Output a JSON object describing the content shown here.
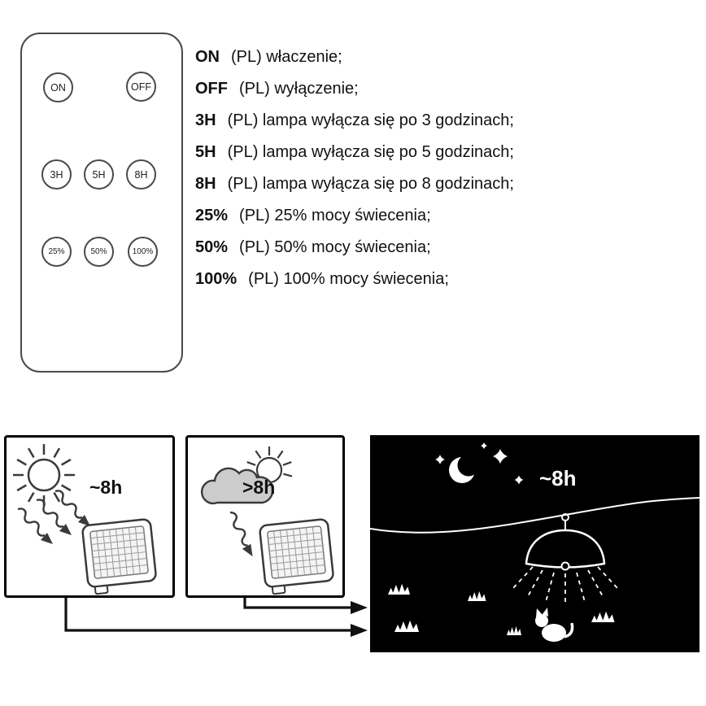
{
  "remote": {
    "buttons": [
      {
        "label": "ON"
      },
      {
        "label": "OFF"
      },
      {
        "label": "3H"
      },
      {
        "label": "5H"
      },
      {
        "label": "8H"
      },
      {
        "label": "25%"
      },
      {
        "label": "50%"
      },
      {
        "label": "100%"
      }
    ]
  },
  "legend": {
    "items": [
      {
        "term": "ON",
        "desc": "(PL) właczenie;"
      },
      {
        "term": "OFF",
        "desc": "(PL) wyłączenie;"
      },
      {
        "term": "3H",
        "desc": "(PL) lampa wyłącza się po 3 godzinach;"
      },
      {
        "term": "5H",
        "desc": "(PL) lampa wyłącza się po 5 godzinach;"
      },
      {
        "term": "8H",
        "desc": "(PL) lampa wyłącza się po 8 godzinach;"
      },
      {
        "term": "25%",
        "desc": "(PL) 25% mocy świecenia;"
      },
      {
        "term": "50%",
        "desc": "(PL) 50% mocy świecenia;"
      },
      {
        "term": "100%",
        "desc": "(PL) 100% mocy świecenia;"
      }
    ]
  },
  "diagrams": {
    "sunny_panel_label": "~8h",
    "cloudy_panel_label": ">8h",
    "night_panel_label": "~8h"
  },
  "colors": {
    "outline": "#3a3a3a",
    "text": "#111111",
    "night_bg": "#000000",
    "cloud_fill": "#cccccc"
  }
}
